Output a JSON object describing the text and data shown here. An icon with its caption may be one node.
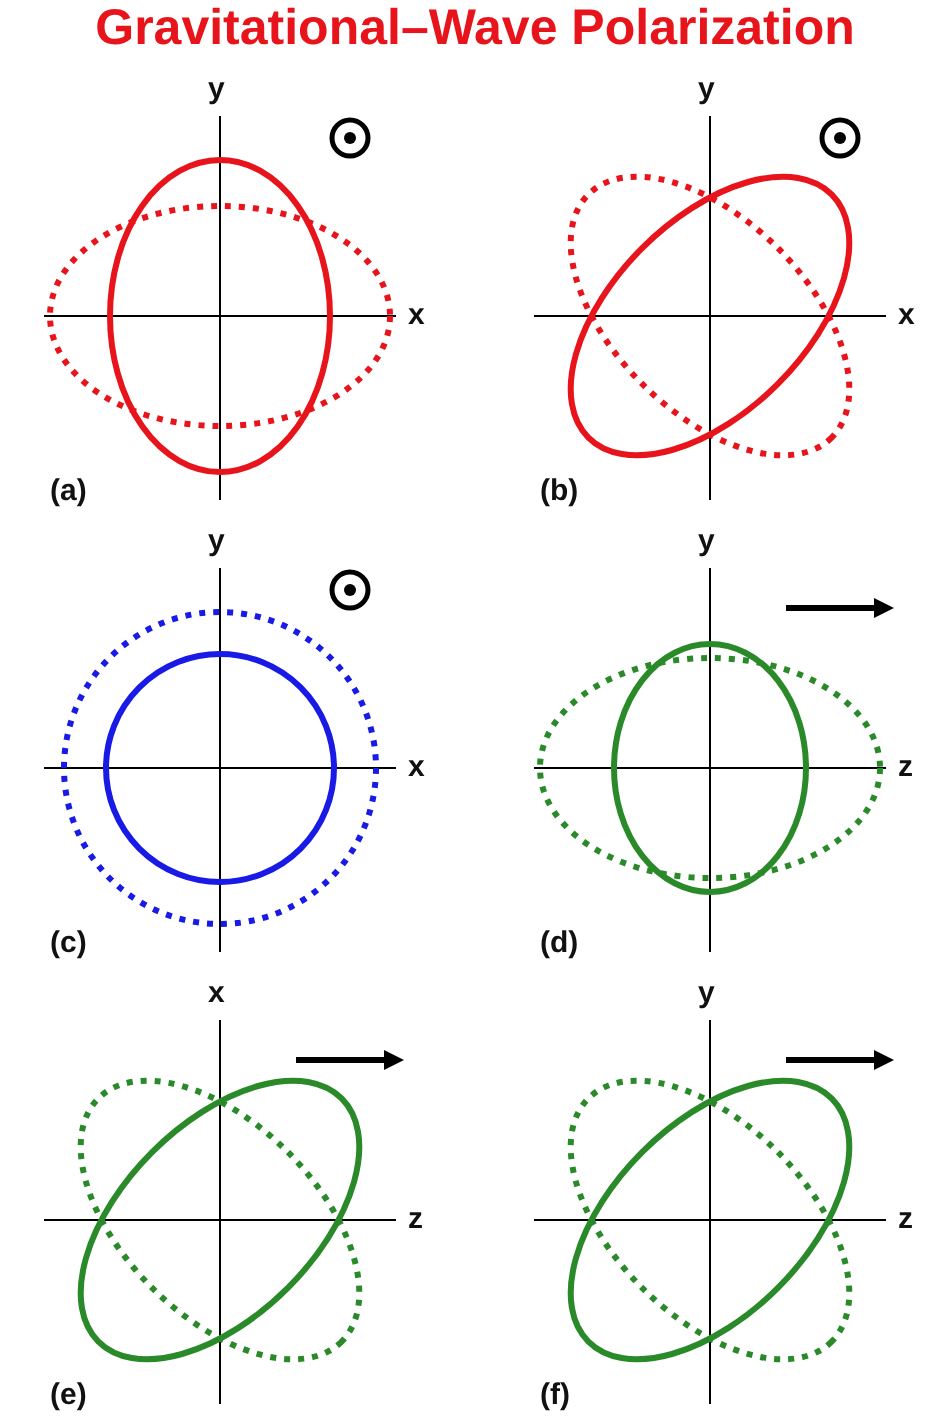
{
  "diagram": {
    "title": "Gravitational–Wave Polarization",
    "labels": [
      "y",
      "x",
      "(a)",
      "y",
      "x",
      "(b)",
      "y",
      "x",
      "(c)",
      "y",
      "z",
      "(d)",
      "x",
      "z",
      "(e)",
      "y",
      "z",
      "(f)"
    ]
  }
}
